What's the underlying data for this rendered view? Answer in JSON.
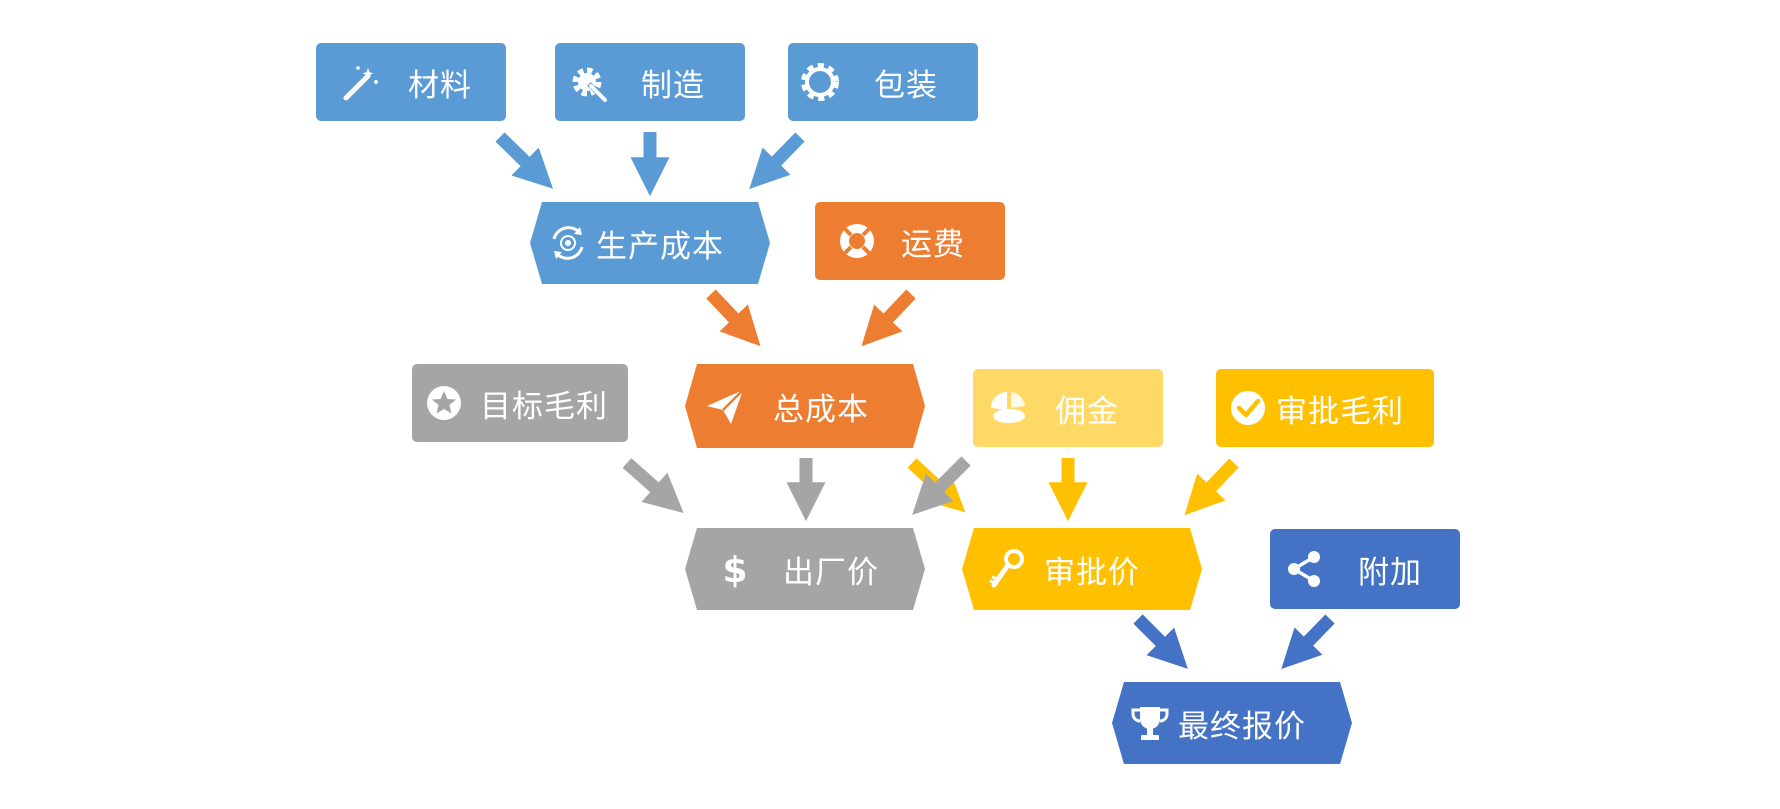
{
  "colors": {
    "blue": "#5b9bd5",
    "orange": "#ed7d31",
    "gray": "#a5a5a5",
    "gold": "#ffc000",
    "light_gold": "#ffd966",
    "dark_blue": "#4472c4"
  },
  "nodes": {
    "material": {
      "label": "材料",
      "icon": "magic-wand-icon"
    },
    "manufacture": {
      "label": "制造",
      "icon": "gear-wrench-icon"
    },
    "packaging": {
      "label": "包装",
      "icon": "gear-icon"
    },
    "production_cost": {
      "label": "生产成本",
      "icon": "recycle-target-icon"
    },
    "freight": {
      "label": "运费",
      "icon": "lifebuoy-icon"
    },
    "target_margin": {
      "label": "目标毛利",
      "icon": "star-badge-icon"
    },
    "total_cost": {
      "label": "总成本",
      "icon": "paper-plane-icon"
    },
    "commission": {
      "label": "佣金",
      "icon": "pie-chart-icon"
    },
    "approved_margin": {
      "label": "审批毛利",
      "icon": "check-circle-icon"
    },
    "factory_price": {
      "label": "出厂价",
      "icon": "dollar-icon"
    },
    "approved_price": {
      "label": "审批价",
      "icon": "key-icon"
    },
    "extra": {
      "label": "附加",
      "icon": "share-icon"
    },
    "final_quote": {
      "label": "最终报价",
      "icon": "trophy-icon"
    }
  }
}
